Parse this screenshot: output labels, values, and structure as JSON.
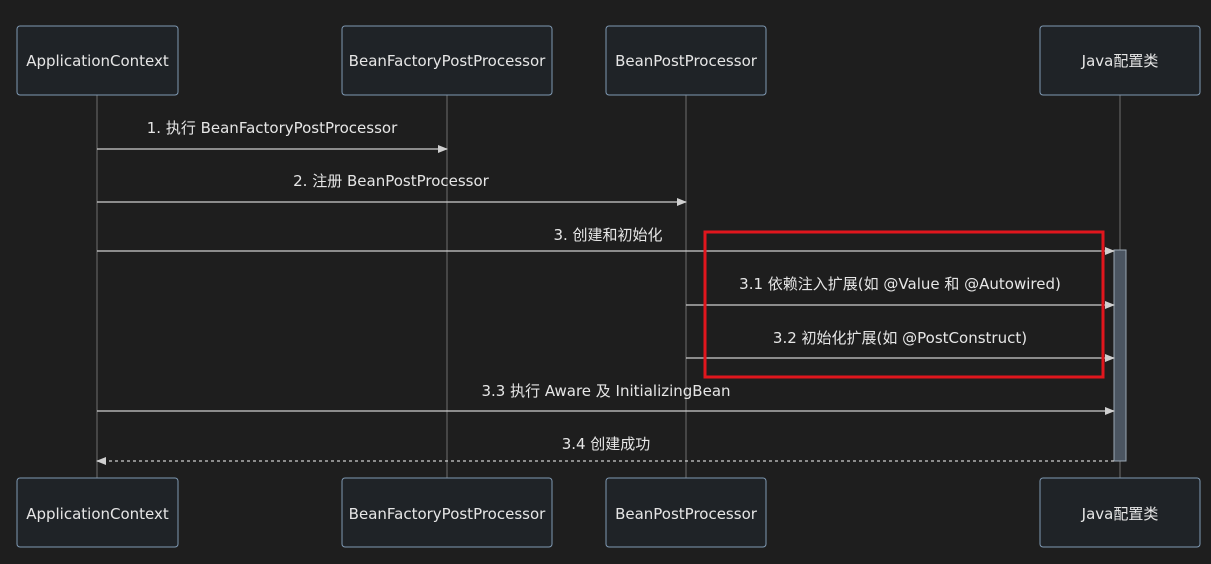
{
  "actors": [
    {
      "id": "ac",
      "label": "ApplicationContext"
    },
    {
      "id": "bfpp",
      "label": "BeanFactoryPostProcessor"
    },
    {
      "id": "bpp",
      "label": "BeanPostProcessor"
    },
    {
      "id": "java",
      "label": "Java配置类"
    }
  ],
  "messages": [
    {
      "label": "1. 执行 BeanFactoryPostProcessor",
      "from": "ac",
      "to": "bfpp",
      "style": "solid"
    },
    {
      "label": "2. 注册 BeanPostProcessor",
      "from": "ac",
      "to": "bpp",
      "style": "solid"
    },
    {
      "label": "3. 创建和初始化",
      "from": "ac",
      "to": "java",
      "style": "solid"
    },
    {
      "label": "3.1 依赖注入扩展(如 @Value 和 @Autowired)",
      "from": "bpp",
      "to": "java",
      "style": "solid"
    },
    {
      "label": "3.2 初始化扩展(如 @PostConstruct)",
      "from": "bpp",
      "to": "java",
      "style": "solid"
    },
    {
      "label": "3.3 执行 Aware 及 InitializingBean",
      "from": "ac",
      "to": "java",
      "style": "solid"
    },
    {
      "label": "3.4 创建成功",
      "from": "java",
      "to": "ac",
      "style": "dashed"
    }
  ],
  "colors": {
    "background": "#1e1e1e",
    "actor_border": "#7f99b3",
    "highlight": "#e0161d",
    "activation": "#4b5561"
  }
}
